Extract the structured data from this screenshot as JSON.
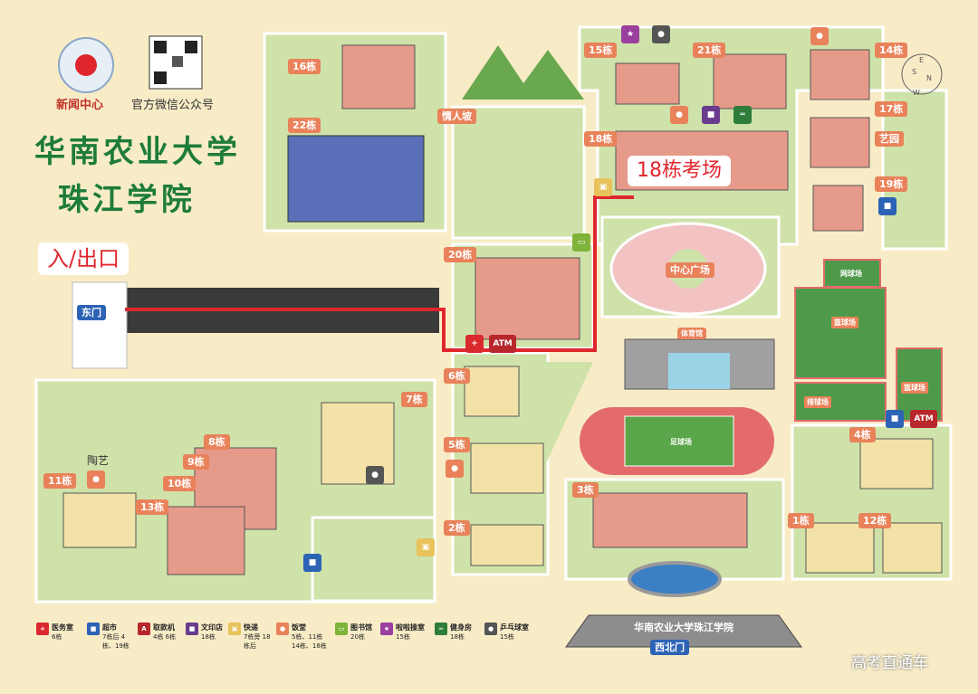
{
  "header": {
    "logo_caption": "新闻中心",
    "qr_caption": "官方微信公众号",
    "title_line1": "华南农业大学",
    "title_line2": "珠江学院"
  },
  "callouts": {
    "entrance": "入/出口",
    "exam_building": "18栋考场"
  },
  "gates": {
    "east": "东门",
    "northwest": "西北门",
    "main_gate_sign": "华南农业大学珠江学院"
  },
  "buildings": {
    "b16": "16栋",
    "b22": "22栋",
    "b15": "15栋",
    "b21": "21栋",
    "b14": "14栋",
    "b17": "17栋",
    "b18": "18栋",
    "b19": "19栋",
    "b20": "20栋",
    "b6": "6栋",
    "b7": "7栋",
    "b8": "8栋",
    "b9": "9栋",
    "b10": "10栋",
    "b11": "11栋",
    "b13": "13栋",
    "b5": "5栋",
    "b2": "2栋",
    "b3": "3栋",
    "b1": "1栋",
    "b12": "12栋",
    "b4": "4栋"
  },
  "places": {
    "lovers_slope": "情人坡",
    "art_garden": "艺园",
    "central_plaza": "中心广场",
    "gym": "体育馆",
    "football": "足球场",
    "tennis": "网球场",
    "basketball": "篮球场",
    "basketball2": "篮球场",
    "volleyball": "排球场",
    "pottery": "陶艺",
    "atm": "ATM"
  },
  "compass": {
    "n": "N",
    "s": "S",
    "e": "E",
    "w": "W"
  },
  "legend": [
    {
      "name": "医务室",
      "sub": "6栋",
      "icon": "medical-icon",
      "color": "#d9292e"
    },
    {
      "name": "超市",
      "sub": "7栋后 4栋、19栋",
      "icon": "cart-icon",
      "color": "#2d63b5"
    },
    {
      "name": "取款机",
      "sub": "4栋 6栋",
      "icon": "atm-icon",
      "color": "#b8272b"
    },
    {
      "name": "文印店",
      "sub": "18栋",
      "icon": "print-icon",
      "color": "#6a3c8e"
    },
    {
      "name": "快递",
      "sub": "7栋旁 18栋后",
      "icon": "parcel-icon",
      "color": "#e8c25a"
    },
    {
      "name": "饭堂",
      "sub": "5栋、11栋 14栋、18栋",
      "icon": "food-icon",
      "color": "#e9825a"
    },
    {
      "name": "图书馆",
      "sub": "20栋",
      "icon": "book-icon",
      "color": "#7fb33a"
    },
    {
      "name": "啦啦操室",
      "sub": "15栋",
      "icon": "dance-icon",
      "color": "#9b3f9e"
    },
    {
      "name": "健身房",
      "sub": "18栋",
      "icon": "dumbbell-icon",
      "color": "#2f7d3a"
    },
    {
      "name": "乒乓球室",
      "sub": "15栋",
      "icon": "pingpong-icon",
      "color": "#555555"
    }
  ],
  "watermark": "高考直通车",
  "colors": {
    "background": "#f8ecc7",
    "grass": "#cfe2a9",
    "route": "#e0262d",
    "title_green": "#1e7c3a",
    "tag": "#e9825a"
  }
}
